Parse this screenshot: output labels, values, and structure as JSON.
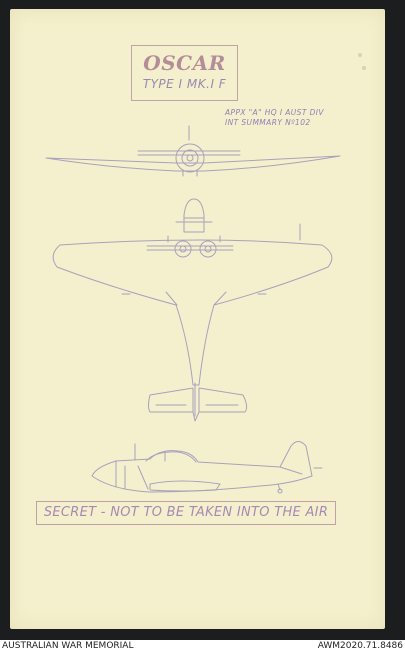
{
  "poster": {
    "title": "OSCAR",
    "subtitle": "TYPE I MK.I F",
    "reference_line1": "APPX \"A\" HQ I AUST DIV",
    "reference_line2": "INT SUMMARY Nº102",
    "warning": "SECRET - NOT TO BE TAKEN INTO THE AIR"
  },
  "footer": {
    "institution": "AUSTRALIAN WAR MEMORIAL",
    "catalogue_id": "AWM2020.71.8486"
  },
  "colors": {
    "paper": "#f4f0cd",
    "ink_outline": "#a9a1bd",
    "title_ink": "#b38d98",
    "frame": "#1c1d1f"
  }
}
